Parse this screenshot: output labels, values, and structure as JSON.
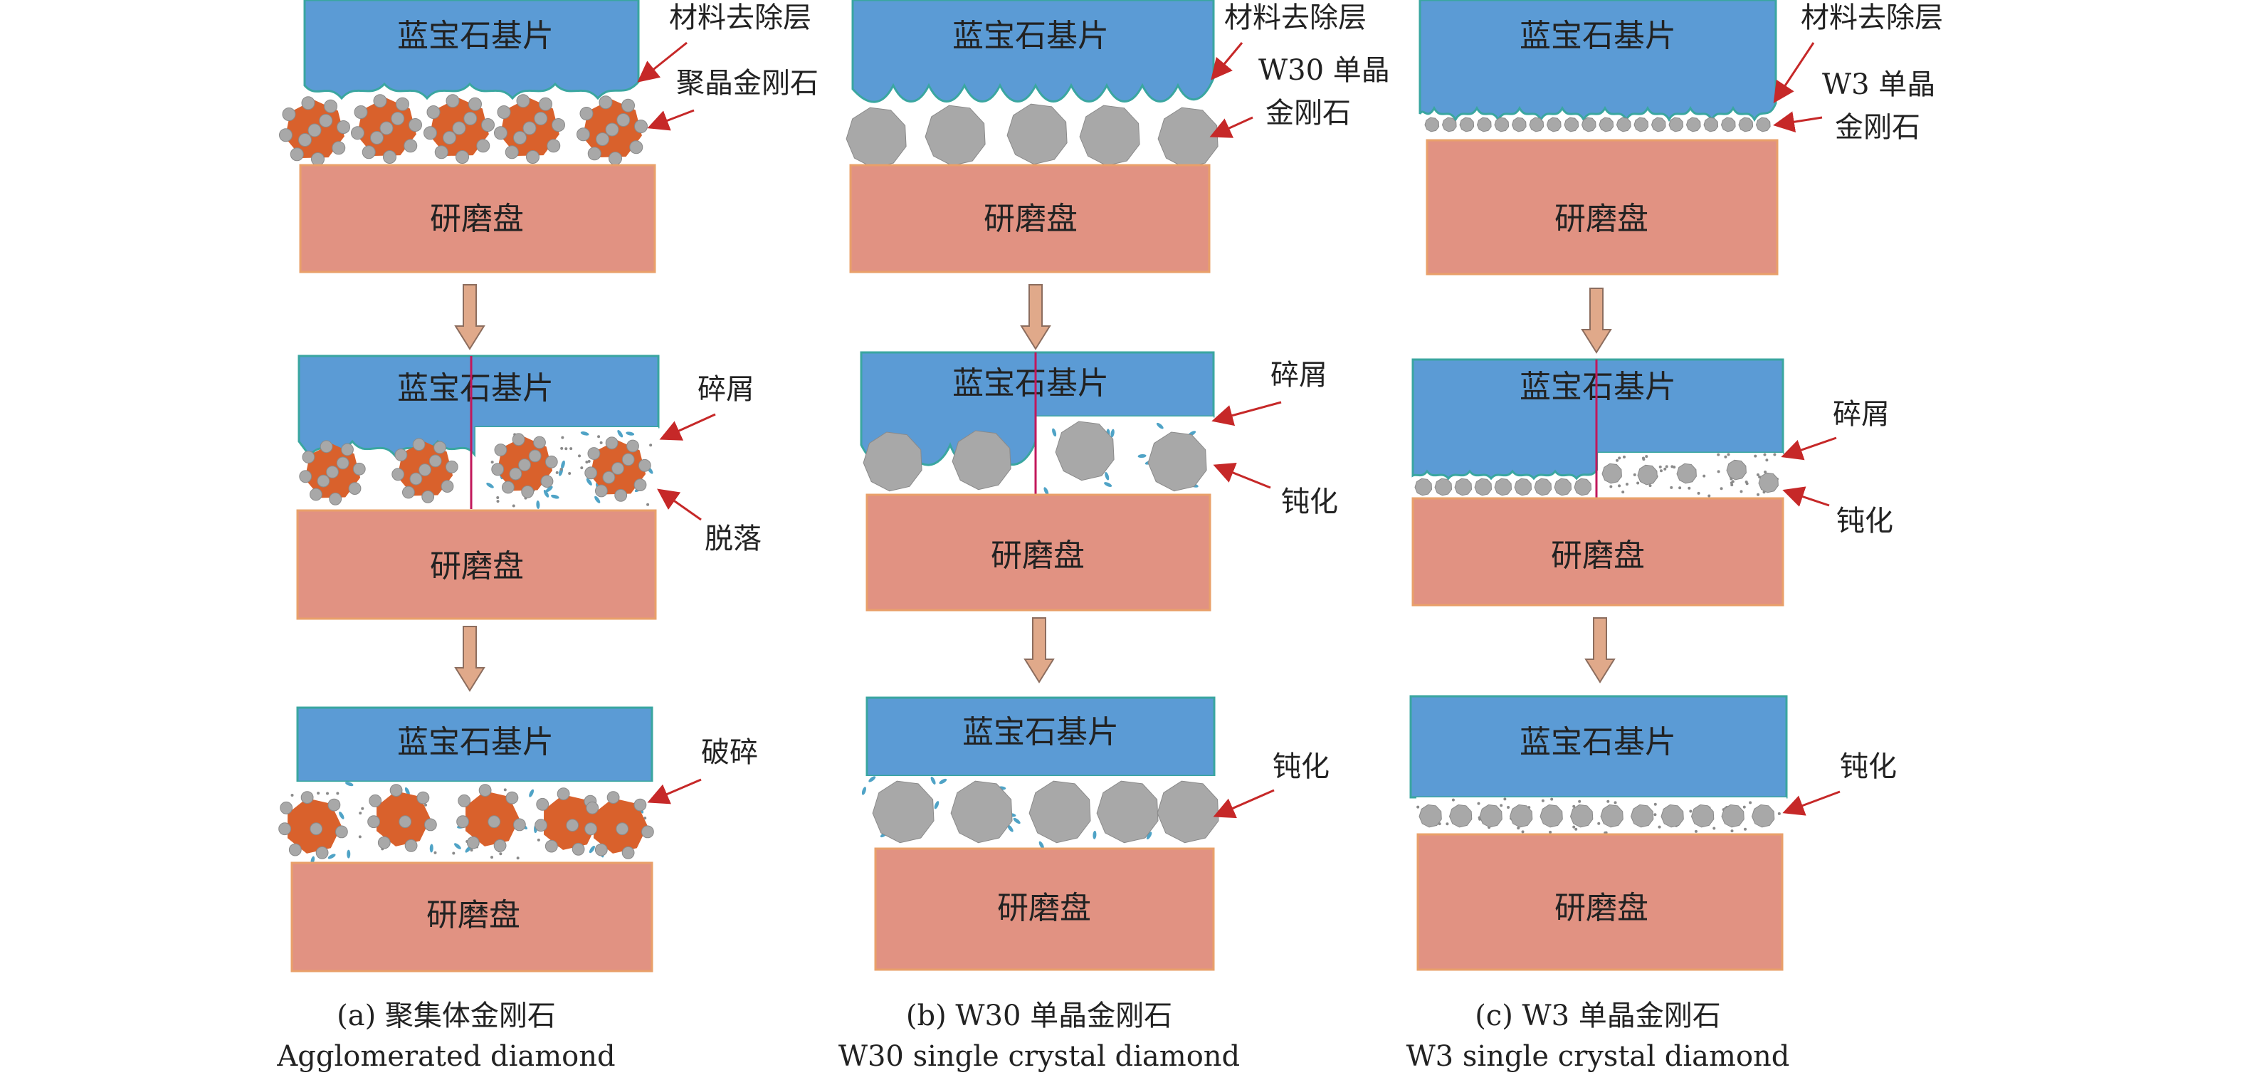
{
  "colors": {
    "sapphire": "#5b9bd5",
    "sapphire_border": "#3aa6a0",
    "disc": "#e19282",
    "disc_border": "#e9a06a",
    "grain": "#a8a8a8",
    "grain_dark": "#8a8a8a",
    "agglomerate": "#d9612c",
    "debris": "#4fa3c6",
    "crack": "#c2185b",
    "arrow_fill": "#e0a98a",
    "arrow_stroke": "#8c6d5e",
    "pointer": "#c62828"
  },
  "labels": {
    "substrate": "蓝宝石基片",
    "disc": "研磨盘",
    "removal_layer": "材料去除层",
    "poly_diamond": "聚晶金刚石",
    "w30_l1": "W30 单晶",
    "w30_l2": "金刚石",
    "w3_l1": "W3 单晶",
    "w3_l2": "金刚石",
    "debris": "碎屑",
    "detach": "脱落",
    "blunt": "钝化",
    "fracture": "破碎"
  },
  "captions": {
    "a_cn": "(a) 聚集体金刚石",
    "a_en": "Agglomerated diamond",
    "b_cn": "(b) W30 单晶金刚石",
    "b_en": "W30 single crystal diamond",
    "c_cn": "(c) W3 单晶金刚石",
    "c_en": "W3 single crystal diamond"
  }
}
